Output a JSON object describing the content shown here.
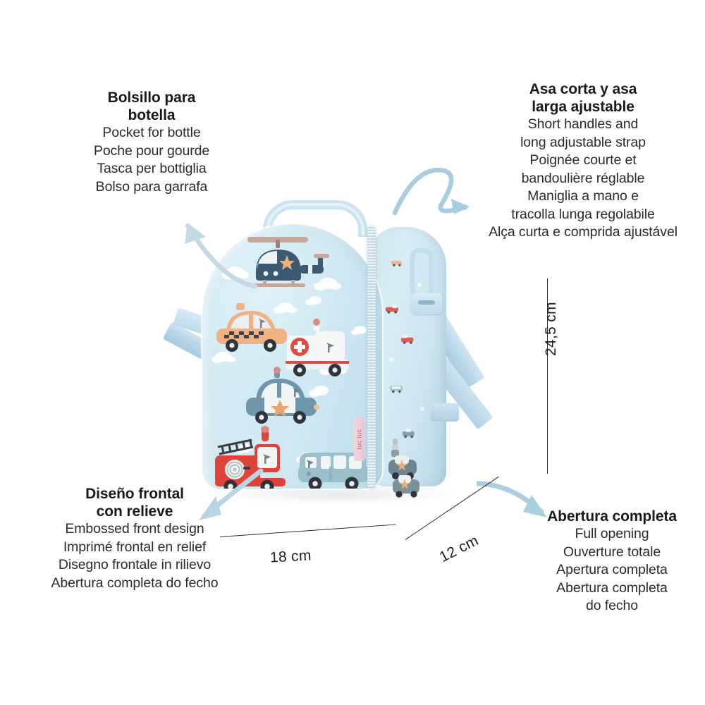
{
  "document": {
    "type": "product-infographic",
    "product": "kids lunch bag / backpack",
    "background_color": "#ffffff"
  },
  "callouts": [
    {
      "id": "pocket-for-bottle",
      "title": "Bolsillo para\nbotella",
      "title_lines": [
        "Bolsillo para",
        "botella"
      ],
      "lines": [
        "Pocket for bottle",
        "Poche pour gourde",
        "Tasca per bottiglia",
        "Bolso para garrafa"
      ]
    },
    {
      "id": "handles-and-strap",
      "title_lines": [
        "Asa corta y asa",
        "larga ajustable"
      ],
      "lines": [
        "Short handles and",
        "long adjustable strap",
        "Poignée courte et",
        "bandoulière réglable",
        "Maniglia a mano e",
        "tracolla lunga regolabile",
        "Alça curta e comprida ajustável"
      ]
    },
    {
      "id": "embossed-front-design",
      "title_lines": [
        "Diseño frontal",
        "con relieve"
      ],
      "lines": [
        "Embossed front design",
        "Imprimé frontal en relief",
        "Disegno frontale in rilievo",
        "Abertura completa do fecho"
      ]
    },
    {
      "id": "full-opening",
      "title_lines": [
        "Abertura completa"
      ],
      "lines": [
        "Full opening",
        "Ouverture totale",
        "Apertura completa",
        "Abertura completa",
        "do fecho"
      ]
    }
  ],
  "dimensions": {
    "width": "18 cm",
    "depth": "12 cm",
    "height": "24,5 cm"
  },
  "brand": {
    "label": "tuc tuc"
  },
  "arrows": [
    {
      "id": "arrow-to-bottle-pocket",
      "direction": "up-left",
      "color": "#c3dae5"
    },
    {
      "id": "arrow-to-handles",
      "direction": "right",
      "color": "#a8cde0"
    },
    {
      "id": "arrow-to-front-design",
      "direction": "down-left",
      "color": "#b9d5e2"
    },
    {
      "id": "arrow-to-opening",
      "direction": "down-right",
      "color": "#a9cfe0"
    }
  ],
  "product_art": {
    "shell_color": "#cce6f1",
    "strap_color": "#bfdced",
    "zipper_color": "#dce9f0",
    "vehicles": [
      {
        "name": "helicopter",
        "body": "#3c5a71",
        "accent": "#f0f2f0",
        "star": "#e7b37a",
        "rotor": "#c8a79a"
      },
      {
        "name": "taxi",
        "body": "#f0b183",
        "accent": "#eceff0",
        "checker": "#3d4450"
      },
      {
        "name": "ambulance",
        "body": "#f6f8f8",
        "accent": "#e04a42",
        "light": "#e38b86"
      },
      {
        "name": "police-car",
        "body": "#6e97ab",
        "accent": "#f2f5f5",
        "star": "#e7a46f"
      },
      {
        "name": "fire-truck",
        "body": "#e0433a",
        "accent": "#f4f6f6",
        "ladder": "#3a3f46"
      },
      {
        "name": "bus",
        "body": "#9bc0cc",
        "accent": "#f1f5f5"
      }
    ],
    "cloud_color": "#ffffff"
  }
}
